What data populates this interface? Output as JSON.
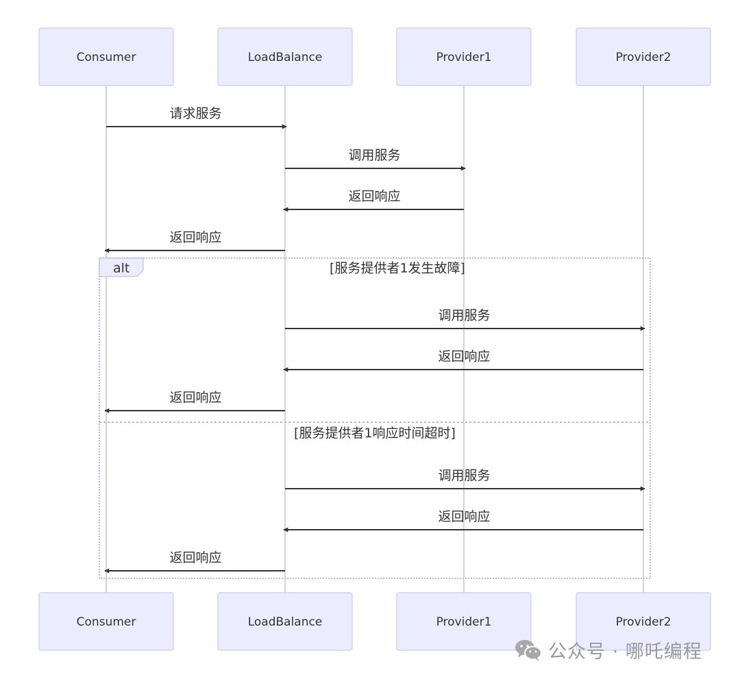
{
  "actors": [
    "Consumer",
    "LoadBalance",
    "Provider1",
    "Provider2"
  ],
  "messages": [
    {
      "from": 0,
      "to": 1,
      "label": "请求服务"
    },
    {
      "from": 1,
      "to": 2,
      "label": "调用服务"
    },
    {
      "from": 2,
      "to": 1,
      "label": "返回响应"
    },
    {
      "from": 1,
      "to": 0,
      "label": "返回响应"
    },
    {
      "from": 1,
      "to": 3,
      "label": "调用服务"
    },
    {
      "from": 3,
      "to": 1,
      "label": "返回响应"
    },
    {
      "from": 1,
      "to": 0,
      "label": "返回响应"
    },
    {
      "from": 1,
      "to": 3,
      "label": "调用服务"
    },
    {
      "from": 3,
      "to": 1,
      "label": "返回响应"
    },
    {
      "from": 1,
      "to": 0,
      "label": "返回响应"
    }
  ],
  "alt_block": {
    "label": "alt",
    "conditions": [
      "[服务提供者1发生故障]",
      "[服务提供者1响应时间超时]"
    ]
  },
  "watermark": {
    "icon": "wechat-icon",
    "text": "公众号 · 哪吒编程"
  }
}
